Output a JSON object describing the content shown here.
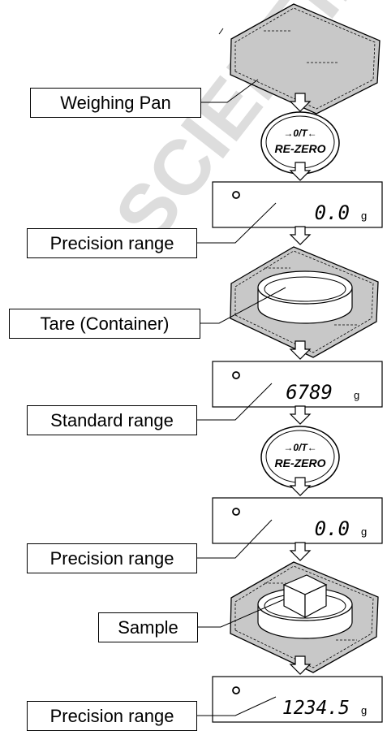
{
  "watermark": "SCIENTIFIC",
  "labels": {
    "weighing_pan": "Weighing Pan",
    "precision_range_1": "Precision range",
    "tare": "Tare (Container)",
    "standard_range": "Standard range",
    "precision_range_2": "Precision range",
    "sample": "Sample",
    "precision_range_3": "Precision range"
  },
  "rezero_key": {
    "top": "→0/T←",
    "bottom": "RE-ZERO"
  },
  "displays": [
    {
      "value": "0.0",
      "unit": "g"
    },
    {
      "value": "6789",
      "unit": "g"
    },
    {
      "value": "0.0",
      "unit": "g"
    },
    {
      "value": "1234.5",
      "unit": "g"
    }
  ],
  "colors": {
    "pan_fill": "#c8c8c8",
    "watermark": "#c8c8c8",
    "stroke": "#000000"
  }
}
